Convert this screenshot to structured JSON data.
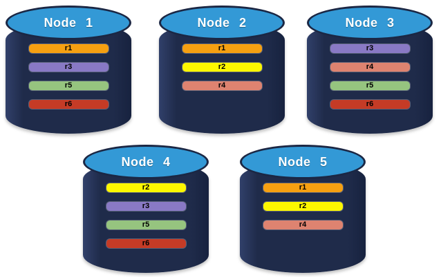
{
  "diagram": {
    "description": "database-nodes-with-replicas"
  },
  "colors": {
    "cylinder_body": "#1F2B4A",
    "cylinder_outline": "#1B2744",
    "cylinder_top": "#3399D6",
    "node_label_text": "#FFFFFF",
    "replica_label_text": "#000000",
    "replicas": {
      "r1": "#F6A011",
      "r2": "#FDF700",
      "r3": "#8979C5",
      "r4": "#DE8370",
      "r5": "#96C47F",
      "r6": "#C53B26"
    }
  },
  "nodes": [
    {
      "label": "Node 1",
      "replicas": [
        "r1",
        "r3",
        "r5",
        "r6"
      ]
    },
    {
      "label": "Node 2",
      "replicas": [
        "r1",
        "r2",
        "r4"
      ]
    },
    {
      "label": "Node 3",
      "replicas": [
        "r3",
        "r4",
        "r5",
        "r6"
      ]
    },
    {
      "label": "Node 4",
      "replicas": [
        "r2",
        "r3",
        "r5",
        "r6"
      ]
    },
    {
      "label": "Node 5",
      "replicas": [
        "r1",
        "r2",
        "r4"
      ]
    }
  ]
}
